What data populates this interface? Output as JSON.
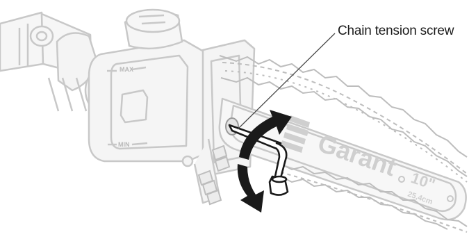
{
  "annotation": {
    "label": "Chain tension screw"
  },
  "gauge": {
    "max_label": "MAX",
    "min_label": "MIN"
  },
  "guide_bar": {
    "brand": "Garant",
    "size_inches": "10\"",
    "size_cm": "25,4cm"
  },
  "colors": {
    "line_art": "#c8c8c8",
    "line_art_dark": "#a9a9a9",
    "highlight": "#1a1a1a",
    "fill": "#f2f2f2"
  },
  "icons": [
    "rotation-arrow-icon",
    "allen-key-icon",
    "brand-logo-stripes-icon"
  ]
}
